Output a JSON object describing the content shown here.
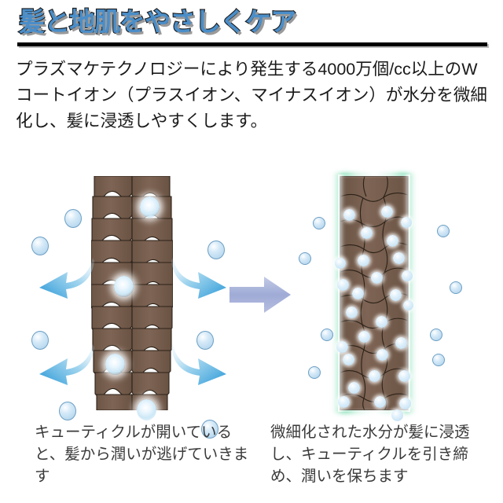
{
  "header": {
    "title": "髪と地肌をやさしくケア",
    "title_color": "#4a8ec9",
    "rule_color": "#000000"
  },
  "lead": {
    "text": "プラズマケテクノロジーにより発生する4000万個/cc以上のWコートイオン（プラスイオン、マイナスイオン）が水分を微細化し、髪に浸透しやすくします。"
  },
  "diagram": {
    "left_panel": {
      "name": "open-cuticle-hair",
      "hair_color": "#7a6050",
      "hair_outline": "#2b2118",
      "droplet_color": "#b8d8ef",
      "arrow_color": "#3b9fd8",
      "arrow_count": 4,
      "scale_rows": 10,
      "free_droplets": 8,
      "hair_droplets": 4
    },
    "transition_arrow": {
      "name": "transition-arrow",
      "color": "#aab4dc",
      "direction": "right"
    },
    "right_panel": {
      "name": "closed-cuticle-hair",
      "hair_color": "#7a6050",
      "hair_outline": "#2b2118",
      "glow_color": "#5fd6a0",
      "edge_glow": "#ffffff",
      "droplet_color": "#cde8f7",
      "free_droplets": 9,
      "hair_droplets": 28
    }
  },
  "captions": {
    "left": "キューティクルが開いていると、髪から潤いが逃げていきます",
    "right": "微細化された水分が髪に浸透し、キューティクルを引き締め、潤いを保ちます"
  }
}
